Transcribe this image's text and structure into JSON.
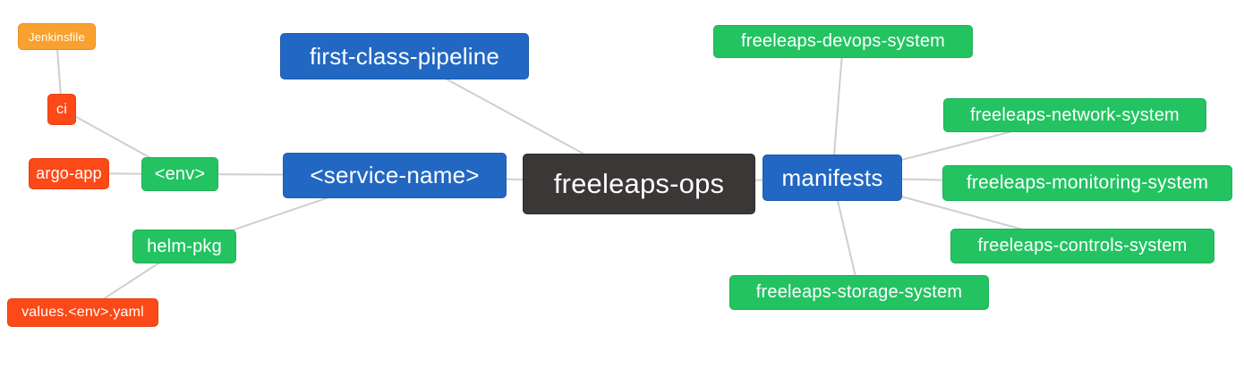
{
  "diagram": {
    "type": "mindmap",
    "root": "freeleaps-ops",
    "colors": {
      "green": "#23C362",
      "blue": "#2268C3",
      "dark": "#3B3737",
      "red": "#FB4A17",
      "orange": "#F8A12F",
      "edge": "#cfcfcf",
      "background": "#ffffff",
      "text": "#ffffff"
    },
    "nodes": {
      "jenkinsfile": {
        "label": "Jenkinsfile",
        "color": "orange"
      },
      "ci": {
        "label": "ci",
        "color": "red"
      },
      "argo_app": {
        "label": "argo-app",
        "color": "red"
      },
      "env": {
        "label": "<env>",
        "color": "green"
      },
      "helm_pkg": {
        "label": "helm-pkg",
        "color": "green"
      },
      "values_env_yaml": {
        "label": "values.<env>.yaml",
        "color": "red"
      },
      "service_name": {
        "label": "<service-name>",
        "color": "blue"
      },
      "first_class_pipeline": {
        "label": "first-class-pipeline",
        "color": "blue"
      },
      "freeleaps_ops": {
        "label": "freeleaps-ops",
        "color": "dark"
      },
      "manifests": {
        "label": "manifests",
        "color": "blue"
      },
      "devops_system": {
        "label": "freeleaps-devops-system",
        "color": "green"
      },
      "network_system": {
        "label": "freeleaps-network-system",
        "color": "green"
      },
      "monitoring_system": {
        "label": "freeleaps-monitoring-system",
        "color": "green"
      },
      "controls_system": {
        "label": "freeleaps-controls-system",
        "color": "green"
      },
      "storage_system": {
        "label": "freeleaps-storage-system",
        "color": "green"
      }
    },
    "edges": [
      [
        "jenkinsfile",
        "ci"
      ],
      [
        "ci",
        "env"
      ],
      [
        "argo_app",
        "env"
      ],
      [
        "env",
        "service_name"
      ],
      [
        "helm_pkg",
        "service_name"
      ],
      [
        "values_env_yaml",
        "helm_pkg"
      ],
      [
        "service_name",
        "freeleaps_ops"
      ],
      [
        "first_class_pipeline",
        "freeleaps_ops"
      ],
      [
        "freeleaps_ops",
        "manifests"
      ],
      [
        "manifests",
        "devops_system"
      ],
      [
        "manifests",
        "network_system"
      ],
      [
        "manifests",
        "monitoring_system"
      ],
      [
        "manifests",
        "controls_system"
      ],
      [
        "manifests",
        "storage_system"
      ]
    ]
  }
}
